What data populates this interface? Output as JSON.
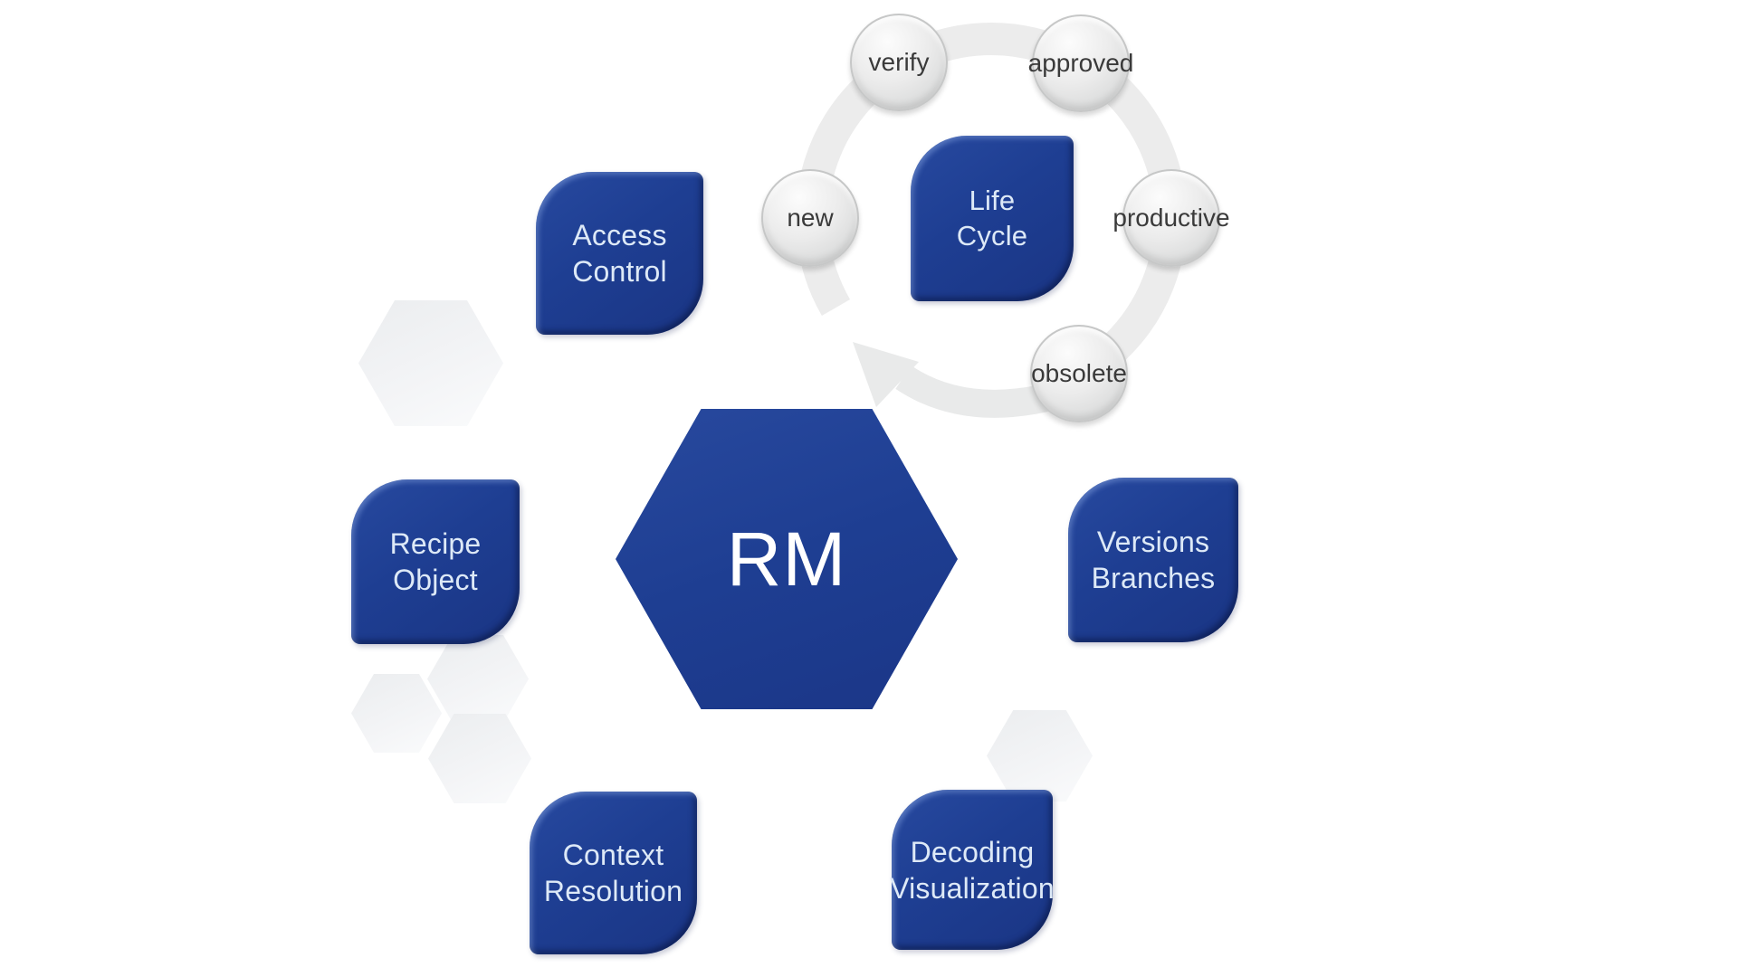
{
  "diagram": {
    "center_label": "RM",
    "modules": [
      {
        "id": "access-control",
        "label": "Access\nControl"
      },
      {
        "id": "recipe-object",
        "label": "Recipe\nObject"
      },
      {
        "id": "context-resolution",
        "label": "Context\nResolution"
      },
      {
        "id": "decoding-visualization",
        "label": "Decoding\nVisualization"
      },
      {
        "id": "versions-branches",
        "label": "Versions\nBranches"
      }
    ],
    "lifecycle": {
      "node_label": "Life\nCycle",
      "direction": "clockwise",
      "stages": [
        {
          "label": "verify"
        },
        {
          "label": "approved"
        },
        {
          "label": "new"
        },
        {
          "label": "productive"
        },
        {
          "label": "obsolete"
        }
      ]
    },
    "colors": {
      "primary_blue": "#1e3e92",
      "node_text": "#dde9f7",
      "center_text": "#ffffff",
      "ring_gray": "#ececec",
      "stage_fill": "#e4e5e5",
      "stage_text": "#3a3a3a",
      "decor_hex": "#f0f1f3",
      "background": "#ffffff"
    }
  }
}
